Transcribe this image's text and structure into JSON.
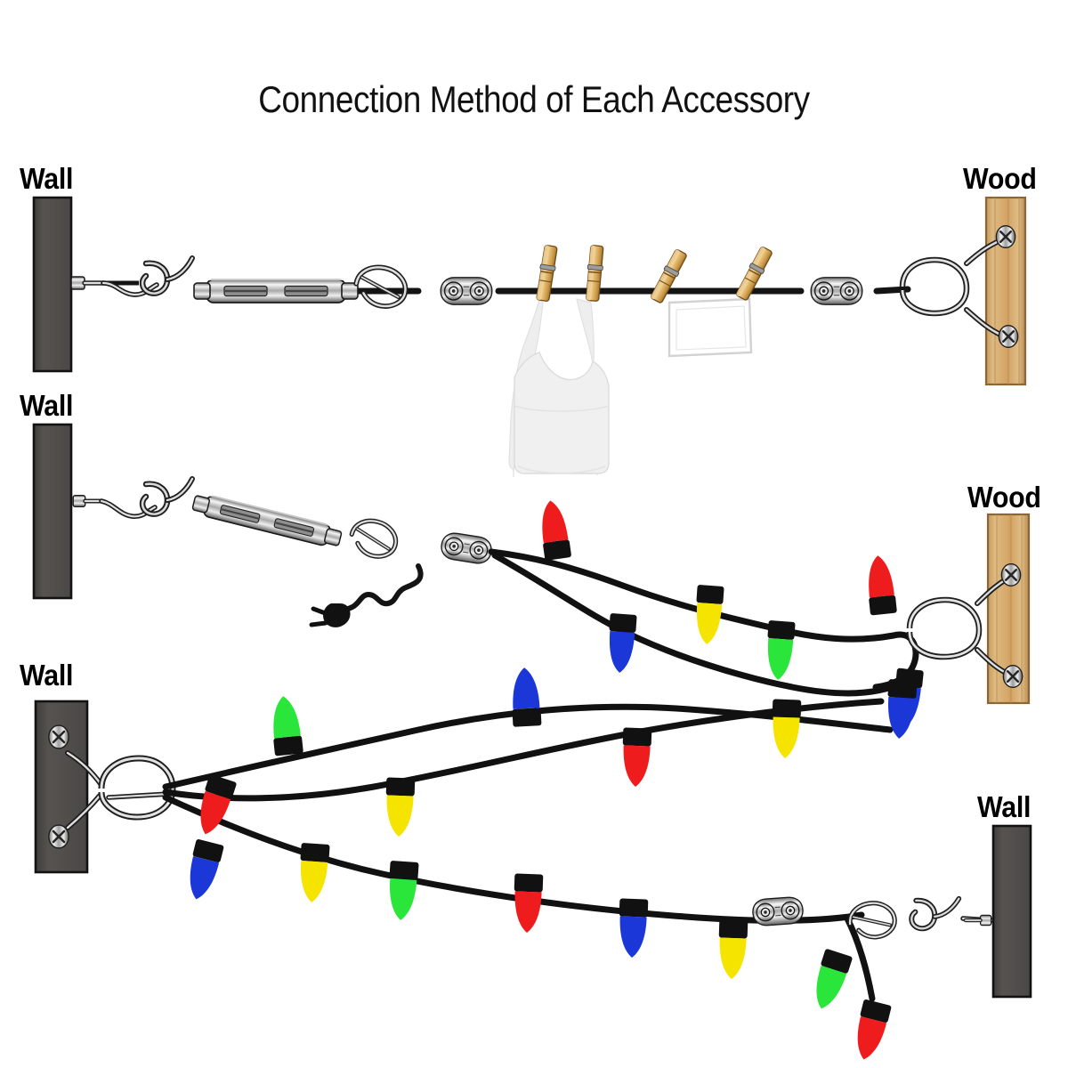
{
  "title": "Connection Method of Each Accessory",
  "labels": {
    "wall_top_left": "Wall",
    "wood_top_right": "Wood",
    "wall_mid_left": "Wall",
    "wood_mid_right": "Wood",
    "wall_bottom_left": "Wall",
    "wall_bottom_right": "Wall"
  },
  "colors": {
    "background": "#ffffff",
    "wall": "#4f4d4b",
    "wall_edge": "#111111",
    "wood": "#d6a969",
    "wood_edge": "#8a6636",
    "wood_grain": "#b88a4e",
    "cable": "#111111",
    "metal_light": "#f2f2f2",
    "metal_mid": "#b8b8b8",
    "metal_dark": "#3a3a3a",
    "clothespin": "#d8a64b",
    "garment": "#f0f0f0",
    "garment_edge": "#d9d9d9",
    "bulb_red": "#ee1c1c",
    "bulb_blue": "#1b37d8",
    "bulb_green": "#2ae53a",
    "bulb_yellow": "#f4e400",
    "bulb_base": "#111111",
    "title_text": "#111111",
    "label_text": "#000000"
  },
  "rows": [
    {
      "id": "row-clothesline",
      "left_anchor": "Wall",
      "right_anchor": "Wood",
      "hardware": [
        "hook-eye-bolt",
        "s-hook",
        "turnbuckle",
        "snap-hook",
        "wire-rope-clip",
        "wire-rope-clip",
        "carabiner",
        "wood-screw-hook"
      ],
      "hanging_items": [
        "tank-top",
        "photo-frame"
      ],
      "clothespin_count": 4
    },
    {
      "id": "row-lights-single",
      "left_anchor": "Wall",
      "right_anchor": "Wood",
      "hardware": [
        "hook-eye-bolt",
        "s-hook",
        "turnbuckle",
        "snap-hook",
        "wire-rope-clip",
        "carabiner",
        "wood-screw-hook"
      ],
      "has_power_plug": true,
      "bulbs": [
        {
          "color": "#ee1c1c",
          "name": "red",
          "dir": "up"
        },
        {
          "color": "#1b37d8",
          "name": "blue",
          "dir": "down"
        },
        {
          "color": "#f4e400",
          "name": "yellow",
          "dir": "down"
        },
        {
          "color": "#2ae53a",
          "name": "green",
          "dir": "down"
        },
        {
          "color": "#ee1c1c",
          "name": "red",
          "dir": "up"
        },
        {
          "color": "#1b37d8",
          "name": "blue",
          "dir": "down"
        }
      ]
    },
    {
      "id": "row-lights-double",
      "left_anchor": "Wall",
      "right_anchor": "Wall",
      "hardware": [
        "wall-screw-bracket",
        "carabiner",
        "wire-rope-clip",
        "snap-hook",
        "s-hook",
        "eye-bolt"
      ],
      "bulbs_upper": [
        {
          "color": "#2ae53a",
          "name": "green",
          "dir": "up"
        },
        {
          "color": "#1b37d8",
          "name": "blue",
          "dir": "up"
        },
        {
          "color": "#f4e400",
          "name": "yellow",
          "dir": "down"
        },
        {
          "color": "#ee1c1c",
          "name": "red",
          "dir": "down"
        },
        {
          "color": "#f4e400",
          "name": "yellow",
          "dir": "down"
        },
        {
          "color": "#1b37d8",
          "name": "blue",
          "dir": "down"
        }
      ],
      "bulbs_lower": [
        {
          "color": "#ee1c1c",
          "name": "red",
          "dir": "down"
        },
        {
          "color": "#1b37d8",
          "name": "blue",
          "dir": "down"
        },
        {
          "color": "#f4e400",
          "name": "yellow",
          "dir": "down"
        },
        {
          "color": "#2ae53a",
          "name": "green",
          "dir": "down"
        },
        {
          "color": "#ee1c1c",
          "name": "red",
          "dir": "down"
        },
        {
          "color": "#1b37d8",
          "name": "blue",
          "dir": "down"
        },
        {
          "color": "#f4e400",
          "name": "yellow",
          "dir": "down"
        },
        {
          "color": "#2ae53a",
          "name": "green",
          "dir": "down"
        },
        {
          "color": "#ee1c1c",
          "name": "red",
          "dir": "down"
        }
      ]
    }
  ]
}
